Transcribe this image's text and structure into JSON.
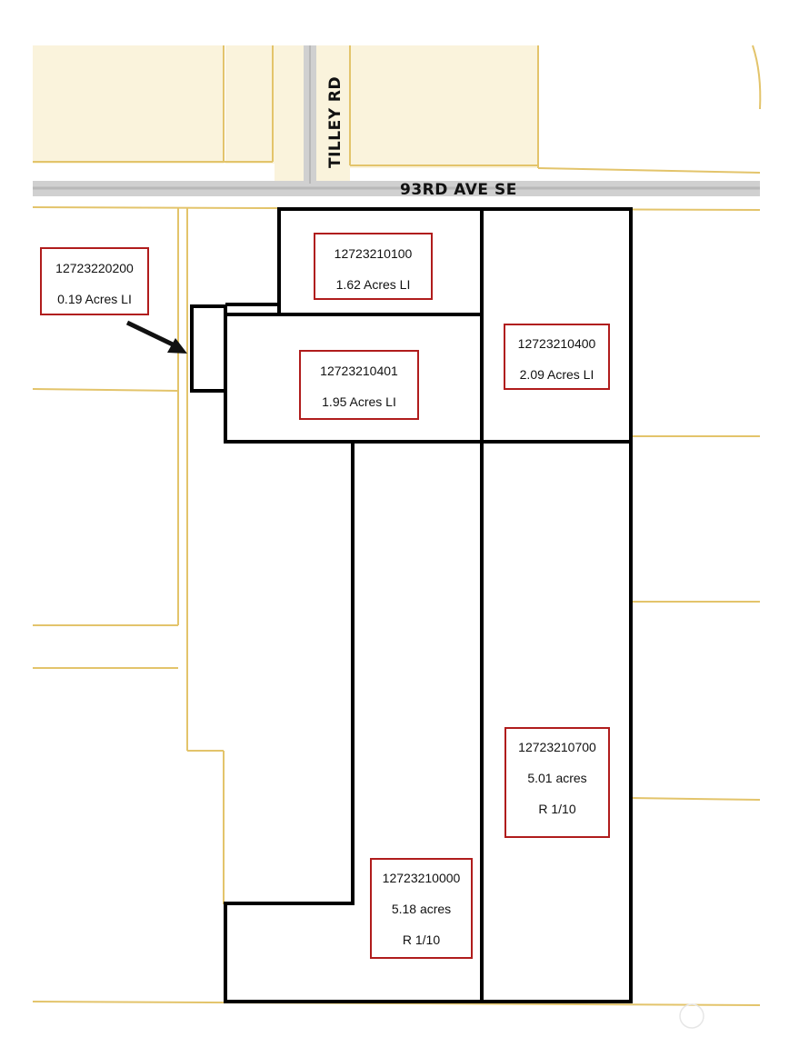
{
  "roads": {
    "east_west": "93RD AVE SE",
    "north_south": "TILLEY RD"
  },
  "parcels": [
    {
      "id": "12723220200",
      "lines": [
        "12723220200",
        "0.19 Acres LI"
      ]
    },
    {
      "id": "12723210100",
      "lines": [
        "12723210100",
        "1.62 Acres LI"
      ]
    },
    {
      "id": "12723210401",
      "lines": [
        "12723210401",
        "1.95 Acres LI"
      ]
    },
    {
      "id": "12723210400",
      "lines": [
        "12723210400",
        "2.09 Acres LI"
      ]
    },
    {
      "id": "12723210700",
      "lines": [
        "12723210700",
        "5.01 acres",
        "R 1/10"
      ]
    },
    {
      "id": "12723210000",
      "lines": [
        "12723210000",
        "5.18 acres",
        "R 1/10"
      ]
    }
  ],
  "colors": {
    "parcel_line": "#e3c46b",
    "background_fill": "#faf3dc",
    "road": "#c7c7c7",
    "boundary": "#000000",
    "label_border": "#b01c1c"
  },
  "icons": {
    "pointer": "arrow-icon"
  }
}
